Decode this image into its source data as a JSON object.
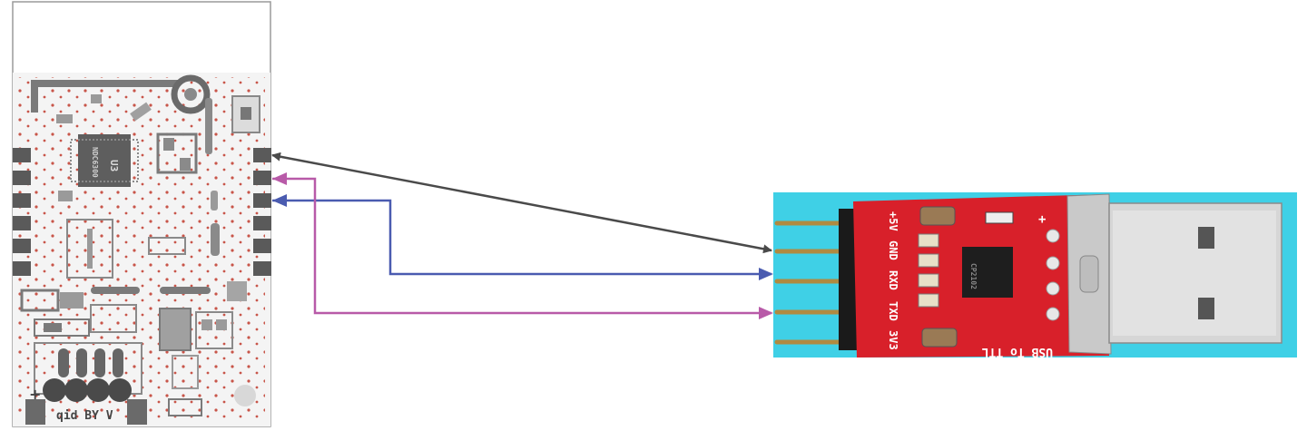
{
  "pcb": {
    "chip_label": "U3",
    "chip_marking": "NDC6300",
    "bottom_text": "qid BY V",
    "plus_sign": "+"
  },
  "adapter": {
    "pins": [
      "+5V",
      "GND",
      "RXD",
      "TXD",
      "3V3"
    ],
    "title": "USB To TTL",
    "chip_marking": "CP2102",
    "plus_sign": "+",
    "board_color": "#d8202a",
    "background_color": "#3fd0e6"
  },
  "connections": [
    {
      "from": "GND",
      "to": "module-pin-1",
      "type": "bidirectional",
      "color": "#4a4a4a"
    },
    {
      "from": "TXD",
      "to": "module-pin-2",
      "type": "arrow",
      "color": "#b85aa8"
    },
    {
      "from": "RXD",
      "to": "module-pin-3",
      "type": "arrow",
      "color": "#4a5bb0"
    }
  ]
}
